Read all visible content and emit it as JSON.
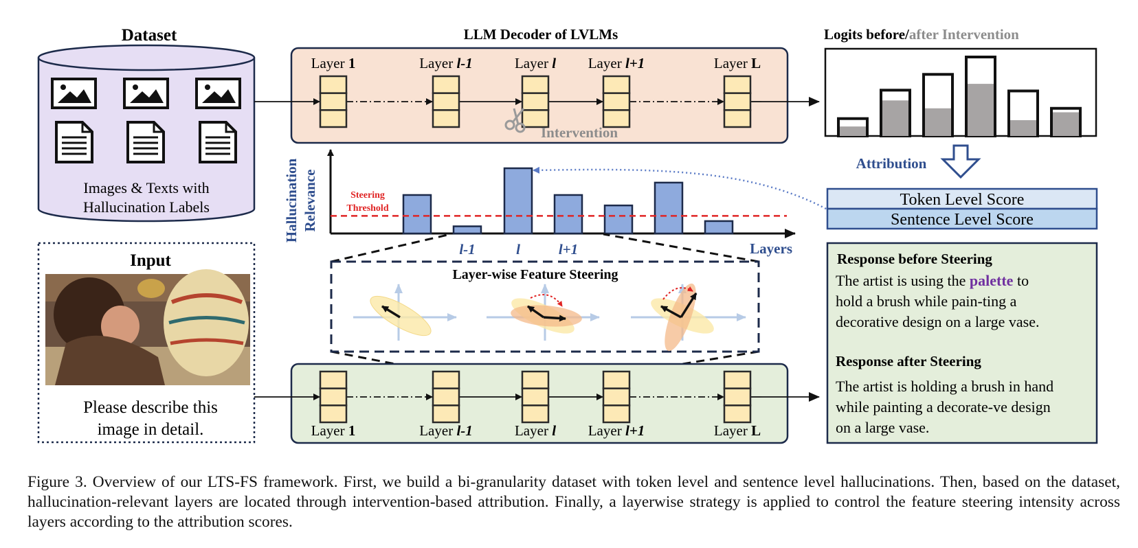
{
  "dataset": {
    "title": "Dataset",
    "label_line1": "Images & Texts with",
    "label_line2": "Hallucination Labels"
  },
  "input": {
    "title": "Input",
    "prompt_line1": "Please describe this",
    "prompt_line2": "image in detail."
  },
  "decoder": {
    "title": "LLM Decoder of  LVLMs",
    "layer_word": "Layer",
    "layers": [
      "1",
      "l-1",
      "l",
      "l+1",
      "L"
    ],
    "intervention": "Intervention"
  },
  "logits": {
    "title_part1": "Logits before/",
    "title_part2": "after Intervention",
    "bars": [
      {
        "before": 0.22,
        "after": 0.12
      },
      {
        "before": 0.58,
        "after": 0.45
      },
      {
        "before": 0.78,
        "after": 0.35
      },
      {
        "before": 1.0,
        "after": 0.66
      },
      {
        "before": 0.57,
        "after": 0.2
      },
      {
        "before": 0.35,
        "after": 0.3
      }
    ]
  },
  "attribution": {
    "label": "Attribution",
    "token_score": "Token Level Score",
    "sentence_score": "Sentence Level Score"
  },
  "chart_data": {
    "type": "bar",
    "ylabel_line1": "Hallucination",
    "ylabel_line2": "Relevance",
    "xlabel": "Layers",
    "threshold_line1": "Steering",
    "threshold_line2": "Threshold",
    "threshold": 0.27,
    "values": [
      0.59,
      0.11,
      1.0,
      0.59,
      0.43,
      0.78,
      0.19
    ],
    "tick_labels": [
      "",
      "l-1",
      "l",
      "l+1",
      "",
      "",
      ""
    ]
  },
  "steering": {
    "title": "Layer-wise Feature Steering"
  },
  "responses": {
    "before_title": "Response before Steering",
    "before_line1_pre": "The artist is using the ",
    "before_highlight": "palette",
    "before_line1_post": " to",
    "before_line2": "hold a brush while pain-ting a",
    "before_line3": "decorative design on a large vase.",
    "after_title": "Response after Steering",
    "after_line1": "The artist is holding a brush in hand",
    "after_line2": "while painting a decorate-ve design",
    "after_line3": "on a large vase."
  },
  "colors": {
    "dataset_fill": "#e6def4",
    "decoder_top_fill": "#f9e2d3",
    "decoder_bottom_fill": "#e4eedb",
    "response_fill": "#e4eedb",
    "layer_fill": "#fde9b6",
    "bar_fill": "#8eaadd",
    "threshold": "#e02424",
    "blue_text": "#2f4e8e",
    "gray_text": "#8c8c8c",
    "highlight": "#7030a0"
  },
  "caption": "Figure 3. Overview of our LTS-FS framework. First, we build a bi-granularity dataset with token level and sentence level hallucinations. Then, based on the dataset, hallucination-relevant layers are located through intervention-based attribution. Finally, a layerwise strategy is applied to control the feature steering intensity across layers according to the attribution scores."
}
